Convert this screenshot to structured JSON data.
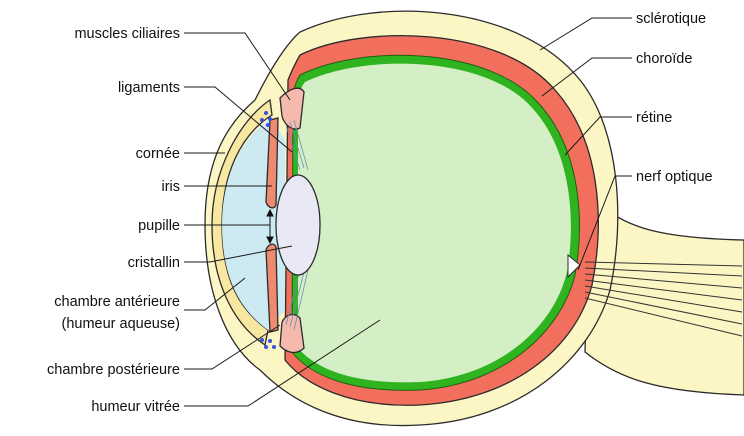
{
  "title": "",
  "colors": {
    "sclera": "#fbf6c4",
    "choroid": "#f26e5d",
    "retina": "#2fb31f",
    "vitreous": "#d4efc6",
    "anterior_chamber": "#cdeaf3",
    "iris": "#ee8a70",
    "ciliary": "#f6b9ae",
    "lens": "#e9e9f5",
    "cornea": "#f7e7a0",
    "nerve": "#fbf6c4",
    "vessel": "#3850e0"
  },
  "labels": {
    "left": [
      "muscles ciliaires",
      "ligaments",
      "cornée",
      "iris",
      "pupille",
      "cristallin",
      "chambre antérieure",
      "(humeur aqueuse)",
      "chambre postérieure",
      "humeur vitrée"
    ],
    "right": [
      "sclérotique",
      "choroïde",
      "rétine",
      "nerf optique"
    ]
  }
}
